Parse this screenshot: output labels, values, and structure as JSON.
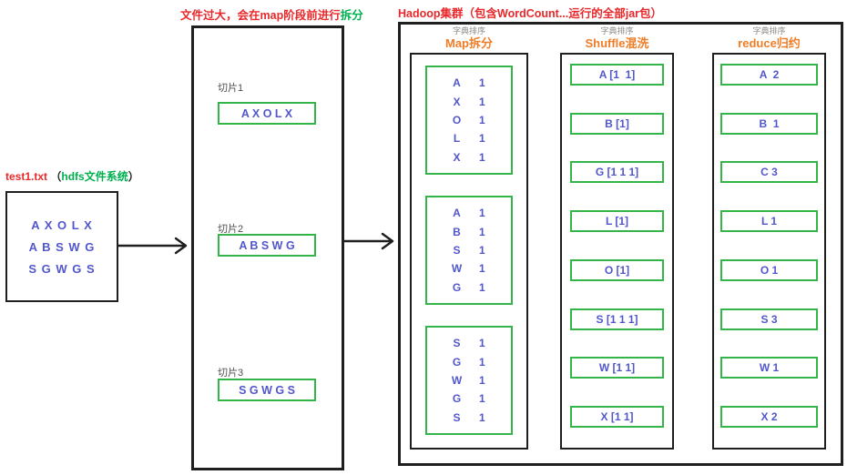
{
  "source": {
    "filename": "test1.txt",
    "paren_open": "（",
    "system_label": "hdfs文件系统",
    "paren_close": "）",
    "lines": [
      "A X O L X",
      "A B S W G",
      "S G W G S"
    ]
  },
  "split": {
    "title_red": "文件过大，会在map阶段前进行",
    "title_green": "拆分",
    "slices": [
      {
        "label": "切片1",
        "value": "A X O L X"
      },
      {
        "label": "切片2",
        "value": "A B S W G"
      },
      {
        "label": "切片3",
        "value": "S G W G S"
      }
    ]
  },
  "hadoop": {
    "title": "Hadoop集群（包含WordCount...运行的全部jar包）",
    "map": {
      "sort_label": "字典排序",
      "stage_label": "Map拆分",
      "groups": [
        [
          [
            "A",
            "1"
          ],
          [
            "X",
            "1"
          ],
          [
            "O",
            "1"
          ],
          [
            "L",
            "1"
          ],
          [
            "X",
            "1"
          ]
        ],
        [
          [
            "A",
            "1"
          ],
          [
            "B",
            "1"
          ],
          [
            "S",
            "1"
          ],
          [
            "W",
            "1"
          ],
          [
            "G",
            "1"
          ]
        ],
        [
          [
            "S",
            "1"
          ],
          [
            "G",
            "1"
          ],
          [
            "W",
            "1"
          ],
          [
            "G",
            "1"
          ],
          [
            "S",
            "1"
          ]
        ]
      ]
    },
    "shuffle": {
      "sort_label": "字典排序",
      "stage_label": "Shuffle混洗",
      "items": [
        "A [1  1]",
        "B [1]",
        "G [1 1 1]",
        "L [1]",
        "O [1]",
        "S [1 1 1]",
        "W [1 1]",
        "X [1 1]"
      ]
    },
    "reduce": {
      "sort_label": "字典排序",
      "stage_label": "reduce归约",
      "items": [
        "A  2",
        "B  1",
        "C 3",
        "L 1",
        "O 1",
        "S 3",
        "W 1",
        "X 2"
      ]
    }
  },
  "colors": {
    "red": "#e8282a",
    "green_text": "#00b050",
    "green_border": "#33b54a",
    "blue": "#5157cb",
    "orange": "#ef7d27",
    "gray": "#8f8b86"
  }
}
